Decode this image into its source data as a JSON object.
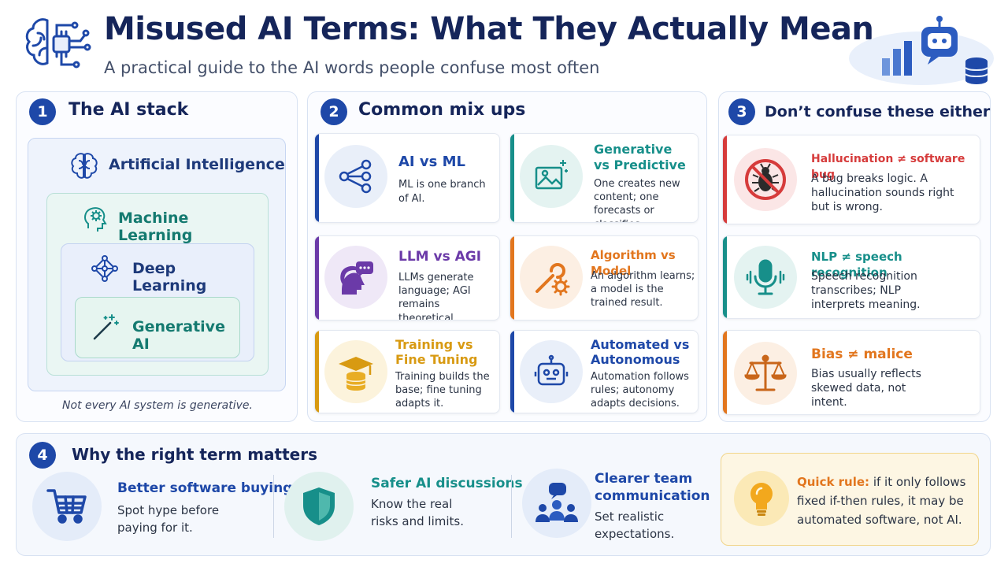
{
  "header": {
    "title": "Misused AI Terms: What They Actually Mean",
    "subtitle": "A practical guide to the AI words people confuse most often",
    "logo_icon": "brain-circuit-icon",
    "corner_icons": [
      "chatbot-icon",
      "bar-chart-icon",
      "database-icon"
    ]
  },
  "sections": {
    "stack": {
      "number": "1",
      "title": "The AI stack",
      "layers": [
        {
          "label": "Artificial Intelligence",
          "icon": "brain-icon"
        },
        {
          "label": "Machine Learning",
          "icon": "head-gear-icon"
        },
        {
          "label": "Deep Learning",
          "icon": "neural-network-icon"
        },
        {
          "label": "Generative AI",
          "icon": "magic-wand-icon"
        }
      ],
      "note": "Not every AI system is generative."
    },
    "mixups": {
      "number": "2",
      "title": "Common mix ups",
      "cards": [
        {
          "title": "AI vs ML",
          "text": [
            "ML is one branch",
            "of AI."
          ],
          "color": "#1e48a8",
          "icon": "branch-nodes-icon"
        },
        {
          "title": "Generative",
          "title2": "vs Predictive",
          "text": [
            "One creates new",
            "content; one",
            "forecasts or classifies."
          ],
          "color": "#178f8a",
          "icon": "image-sparkle-icon"
        },
        {
          "title": "LLM vs AGI",
          "text": [
            "LLMs generate",
            "language; AGI",
            "remains theoretical."
          ],
          "color": "#6b3aa8",
          "icon": "head-speech-icon"
        },
        {
          "title": "Algorithm vs Model",
          "text": [
            "An algorithm learns;",
            "a model is the",
            "trained result."
          ],
          "color": "#e2761e",
          "icon": "wrench-gear-icon"
        },
        {
          "title": "Training vs",
          "title2": "Fine Tuning",
          "text": [
            "Training builds the",
            "base; fine tuning",
            "adapts it."
          ],
          "color": "#d89a12",
          "icon": "graduation-cap-icon"
        },
        {
          "title": "Automated vs",
          "title2": "Autonomous",
          "text": [
            "Automation follows",
            "rules; autonomy",
            "adapts decisions."
          ],
          "color": "#1e48a8",
          "icon": "robot-icon"
        }
      ]
    },
    "confuse": {
      "number": "3",
      "title": "Don’t confuse these either",
      "cards": [
        {
          "title": "Hallucination ≠ software bug",
          "text": [
            "A bug breaks logic. A",
            "hallucination sounds right",
            "but is wrong."
          ],
          "color": "#d63b3b",
          "icon": "no-bug-icon"
        },
        {
          "title": "NLP ≠ speech recognition",
          "text": [
            "Speech recognition",
            "transcribes; NLP",
            "interprets meaning."
          ],
          "color": "#178f8a",
          "icon": "microphone-icon"
        },
        {
          "title": "Bias ≠ malice",
          "text": [
            "Bias usually reflects",
            "skewed data, not",
            "intent."
          ],
          "color": "#e2761e",
          "icon": "scales-icon"
        }
      ]
    },
    "why": {
      "number": "4",
      "title": "Why the right term matters",
      "items": [
        {
          "title": "Better software buying",
          "text": [
            "Spot hype before",
            "paying for it."
          ],
          "icon": "shopping-cart-icon"
        },
        {
          "title": "Safer AI discussions",
          "text": [
            "Know the real",
            "risks and limits."
          ],
          "icon": "shield-icon"
        },
        {
          "title": "Clearer team",
          "title2": "communication",
          "text": [
            "Set realistic",
            "expectations."
          ],
          "icon": "team-chat-icon"
        }
      ],
      "quick_rule": {
        "label": "Quick rule:",
        "text1": " if it only follows",
        "text2": "fixed if-then rules, it may be",
        "text3": "automated software, not AI.",
        "icon": "lightbulb-icon"
      }
    }
  }
}
